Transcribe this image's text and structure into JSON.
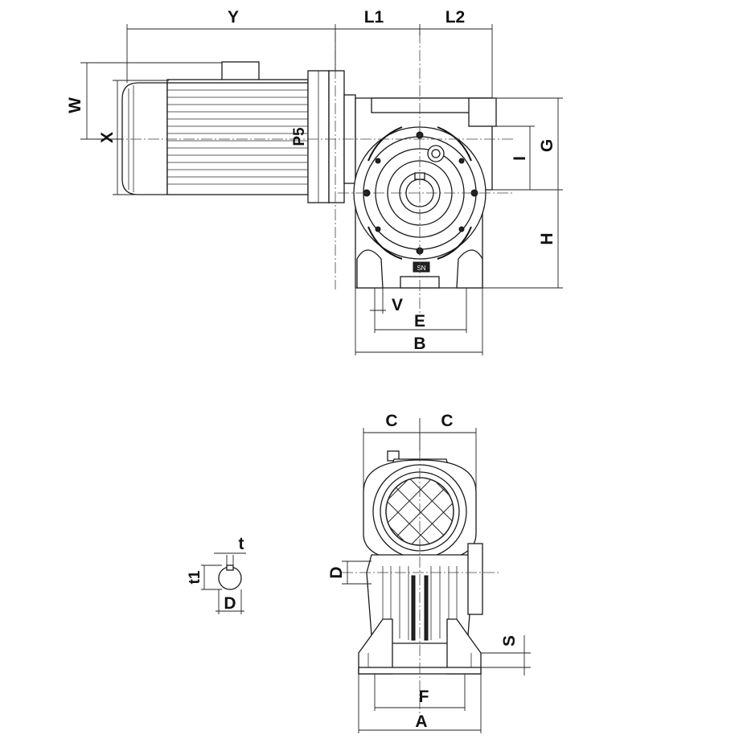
{
  "labels": {
    "Y": "Y",
    "L1": "L1",
    "L2": "L2",
    "W": "W",
    "X": "X",
    "P5": "P5",
    "G": "G",
    "I": "I",
    "H": "H",
    "V": "V",
    "E": "E",
    "B": "B",
    "C_left": "C",
    "C_right": "C",
    "D_front": "D",
    "S": "S",
    "F": "F",
    "A": "A",
    "t": "t",
    "t1": "t1",
    "D_key": "D"
  },
  "nameplate": "SN"
}
